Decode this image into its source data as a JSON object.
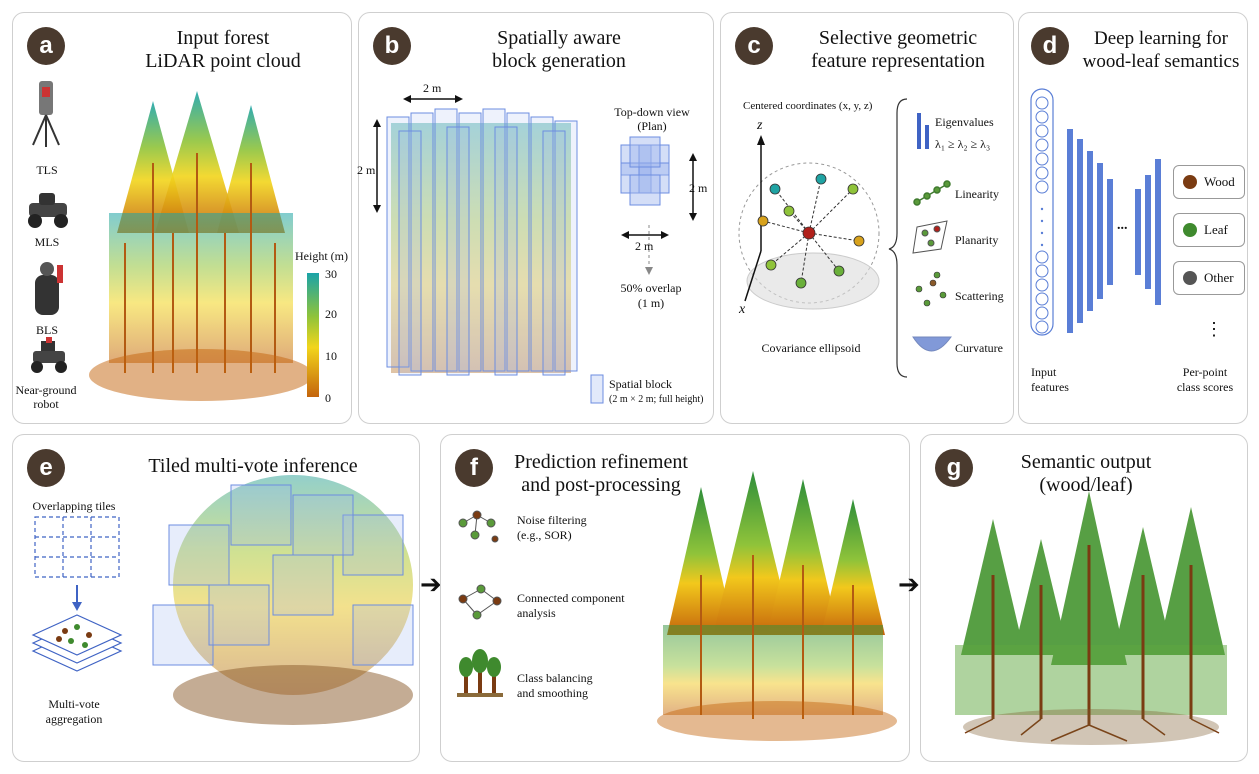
{
  "panels": {
    "a": {
      "letter": "a",
      "title1": "Input forest",
      "title2": "LiDAR point cloud",
      "sensors": [
        "TLS",
        "MLS",
        "BLS",
        "Near-ground robot"
      ],
      "colorbar": {
        "title": "Height (m)",
        "ticks": [
          "30",
          "20",
          "10",
          "0"
        ],
        "colors": [
          "#1aa3a8",
          "#8fc33a",
          "#f2d51c",
          "#c4640c"
        ]
      }
    },
    "b": {
      "letter": "b",
      "title1": "Spatially aware",
      "title2": "block generation",
      "dim_top": "2 m",
      "dim_left": "2 m",
      "plan_title": "Top-down view",
      "plan_sub": "(Plan)",
      "plan_dim_right": "2 m",
      "plan_dim_bottom": "2 m",
      "overlap1": "50% overlap",
      "overlap2": "(1 m)",
      "legend1": "Spatial block",
      "legend2": "(2 m × 2 m; full height)"
    },
    "c": {
      "letter": "c",
      "title1": "Selective geometric",
      "title2": "feature representation",
      "coords": "Centered coordinates (x, y, z)",
      "axis_z": "z",
      "axis_x": "x",
      "ellipsoid": "Covariance ellipsoid",
      "features": [
        "Eigenvalues",
        "Linearity",
        "Planarity",
        "Scattering",
        "Curvature"
      ],
      "eigen_formula": "λ₁ ≥ λ₂ ≥ λ₃"
    },
    "d": {
      "letter": "d",
      "title1": "Deep learning for",
      "title2": "wood-leaf semantics",
      "classes": [
        {
          "label": "Wood",
          "color": "#7a3b12"
        },
        {
          "label": "Leaf",
          "color": "#3f8a2e"
        },
        {
          "label": "Other",
          "color": "#555555"
        }
      ],
      "ellipsis": "...",
      "vdots": "⋮",
      "input1": "Input",
      "input2": "features",
      "out1": "Per-point",
      "out2": "class scores"
    },
    "e": {
      "letter": "e",
      "title": "Tiled multi-vote inference",
      "tiles_label": "Overlapping tiles",
      "agg1": "Multi-vote",
      "agg2": "aggregation"
    },
    "f": {
      "letter": "f",
      "title1": "Prediction refinement",
      "title2": "and post-processing",
      "steps": [
        {
          "l1": "Noise filtering",
          "l2": "(e.g., SOR)"
        },
        {
          "l1": "Connected component",
          "l2": "analysis"
        },
        {
          "l1": "Class balancing",
          "l2": "and smoothing"
        }
      ]
    },
    "g": {
      "letter": "g",
      "title1": "Semantic output",
      "title2": "(wood/leaf)"
    }
  }
}
